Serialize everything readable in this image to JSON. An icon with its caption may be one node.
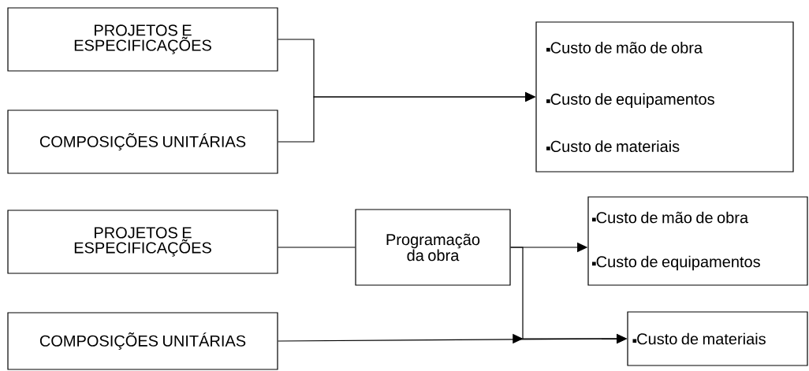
{
  "diagram": {
    "nodes": [
      {
        "text": [
          "PROJETOS E ESPECIFICAÇÕES"
        ]
      },
      {
        "text": [
          "COMPOSIÇÕES UNITÁRIAS"
        ]
      },
      {
        "text": [
          "Custo de mão de obra",
          "Custo de equipamentos",
          "Custo de materiais"
        ]
      },
      {
        "text": [
          "PROJETOS E ESPECIFICAÇÕES"
        ]
      },
      {
        "text": [
          "COMPOSIÇÕES UNITÁRIAS"
        ]
      },
      {
        "text": [
          "Programação da obra"
        ]
      },
      {
        "text": [
          "Custo de mão de obra",
          "Custo de equipamentos"
        ]
      },
      {
        "text": [
          "Custo de materiais"
        ]
      }
    ],
    "edges": [
      {
        "from": 0,
        "to": 2,
        "arrow": "to"
      },
      {
        "from": 1,
        "to": 2,
        "arrow": "to"
      },
      {
        "from": 3,
        "to": 5,
        "arrow": "none"
      },
      {
        "from": 5,
        "to": 6,
        "arrow": "to"
      },
      {
        "from": 5,
        "to": 7,
        "arrow": "to"
      },
      {
        "from": 4,
        "to": 7,
        "arrow": "to"
      }
    ]
  }
}
